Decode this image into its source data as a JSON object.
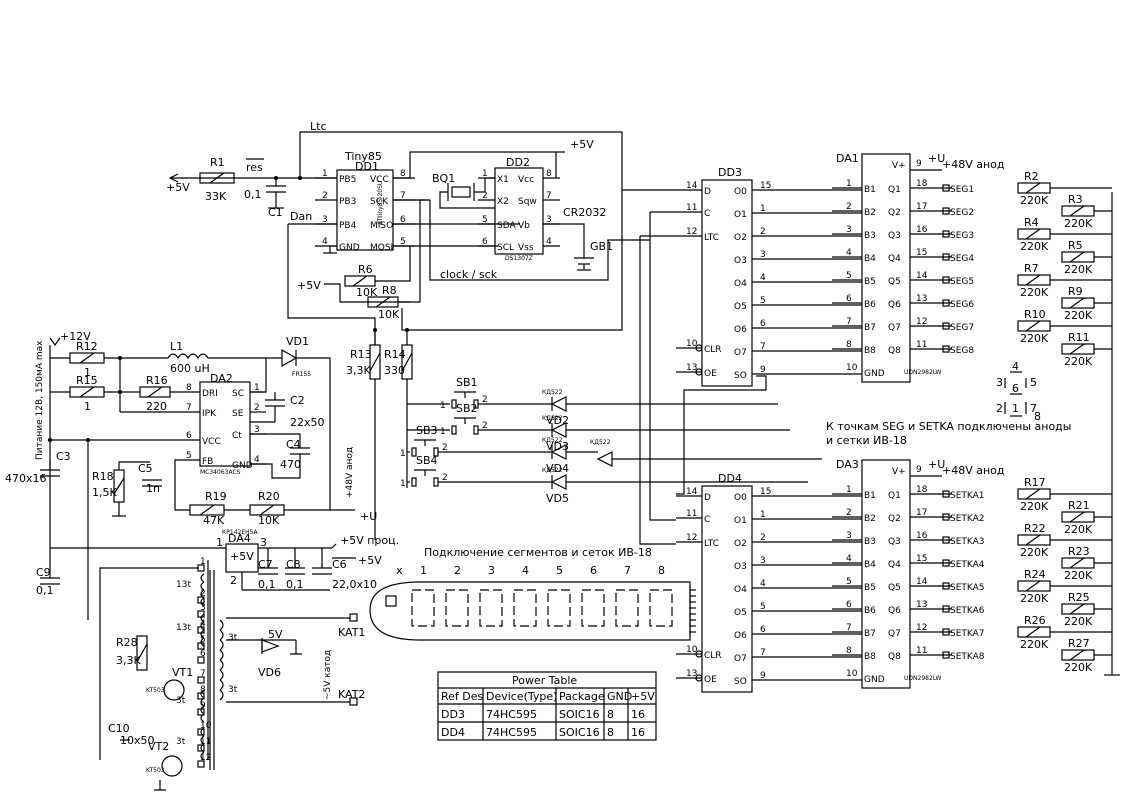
{
  "mcu": {
    "ref": "DD1",
    "part": "Tiny85",
    "pkg": "ATtiny85-20SU",
    "pins_left": [
      "PB5",
      "PB3",
      "PB4",
      "GND"
    ],
    "pins_right": [
      "VCC",
      "SCK",
      "MISO",
      "MOSI"
    ],
    "nums_left": [
      "1",
      "2",
      "3",
      "4"
    ],
    "nums_right": [
      "8",
      "7",
      "6",
      "5"
    ]
  },
  "rtc": {
    "ref": "DD2",
    "part": "DS1307Z",
    "pins_left": [
      "X1",
      "X2",
      "SDA",
      "SCL"
    ],
    "pins_right": [
      "Vcc",
      "Sqw",
      "Vb",
      "Vss"
    ],
    "nums_left": [
      "1",
      "2",
      "5",
      "6"
    ],
    "nums_right": [
      "8",
      "7",
      "3",
      "4"
    ]
  },
  "labels": {
    "ltc": "Ltc",
    "res": "res",
    "dan": "Dan",
    "plus5v": "+5V",
    "clock": "clock / sck",
    "bq1": "BQ1",
    "cr2032": "CR2032",
    "gb1": "GB1",
    "plus12v": "+12V",
    "supply": "Питание 12В, 150мА max",
    "plus48": "+48V анод",
    "plus_u": "+U",
    "plus5v_proc": "+5V проц.",
    "minus5v_kat": "~5V катод",
    "kat1": "KAT1",
    "kat2": "KAT2",
    "five_v": "5V",
    "vd6": "VD6",
    "kp142": "КР142ЕН5А",
    "mc34063": "MC34063ACS",
    "uln": "UDN2982LW",
    "kd522": "КД522",
    "note_line1": "К точкам SEG и SETKA подключены аноды",
    "note_line2": "и сетки ИВ-18",
    "tube_title": "Подключение сегментов и сеток ИВ-18",
    "tube_x": "x",
    "fr155": "FR155",
    "kt503": "KT503",
    "t13": "13t",
    "t3": "3t",
    "r8_val": "10K",
    "r6_val": "10K",
    "r13_val": "3,3K",
    "r14_val": "330"
  },
  "shift_reg": {
    "pins_left": [
      "D",
      "C",
      "LTC",
      "CLR",
      "OE"
    ],
    "nums_left": [
      "14",
      "11",
      "12",
      "10",
      "13"
    ],
    "pins_right": [
      "O0",
      "O1",
      "O2",
      "O3",
      "O4",
      "O5",
      "O6",
      "O7",
      "SO"
    ],
    "nums_right": [
      "15",
      "1",
      "2",
      "3",
      "4",
      "5",
      "6",
      "7",
      "9"
    ],
    "dd3": "DD3",
    "dd4": "DD4"
  },
  "driver": {
    "pins_left": [
      "B1",
      "B2",
      "B3",
      "B4",
      "B5",
      "B6",
      "B7",
      "B8",
      "GND"
    ],
    "nums_left": [
      "1",
      "2",
      "3",
      "4",
      "5",
      "6",
      "7",
      "8",
      "10"
    ],
    "pins_right": [
      "Q1",
      "Q2",
      "Q3",
      "Q4",
      "Q5",
      "Q6",
      "Q7",
      "Q8"
    ],
    "nums_right": [
      "18",
      "17",
      "16",
      "15",
      "14",
      "13",
      "12",
      "11"
    ],
    "v_pin": "V+",
    "v_num": "9",
    "da1": "DA1",
    "da3": "DA3"
  },
  "seg_labels": [
    "SEG1",
    "SEG2",
    "SEG3",
    "SEG4",
    "SEG5",
    "SEG6",
    "SEG7",
    "SEG8"
  ],
  "setka_labels": [
    "SETKA1",
    "SETKA2",
    "SETKA3",
    "SETKA4",
    "SETKA5",
    "SETKA6",
    "SETKA7",
    "SETKA8"
  ],
  "seg_res": [
    "R2",
    "R3",
    "R4",
    "R5",
    "R7",
    "R9",
    "R10",
    "R11"
  ],
  "setka_res": [
    "R17",
    "R21",
    "R22",
    "R23",
    "R24",
    "R25",
    "R26",
    "R27"
  ],
  "res_val": "220K",
  "tube_digits": [
    "1",
    "2",
    "3",
    "4",
    "5",
    "6",
    "7",
    "8"
  ],
  "seg_key": {
    "top": "4",
    "left": "3",
    "mid": "6",
    "right": "5",
    "bl": "2",
    "b": "1",
    "br": "7",
    "dp": "8"
  },
  "power_table": {
    "title": "Power Table",
    "headers": [
      "Ref Des",
      "Device(Type)",
      "Package",
      "GND",
      "+5V"
    ],
    "rows": [
      [
        "DD3",
        "74HC595",
        "SOIC16",
        "8",
        "16"
      ],
      [
        "DD4",
        "74HC595",
        "SOIC16",
        "8",
        "16"
      ]
    ]
  },
  "parts": {
    "R1": "R1",
    "R1v": "33K",
    "C1": "C1",
    "C1v": "0,1",
    "R6": "R6",
    "R8": "R8",
    "R12": "R12",
    "R12v": "1",
    "R15": "R15",
    "R15v": "1",
    "R16": "R16",
    "R16v": "220",
    "L1": "L1",
    "L1v": "600 uH",
    "VD1": "VD1",
    "DA2": "DA2",
    "C2": "C2",
    "C2v": "22x50",
    "C3": "C3",
    "C3v": "470x16",
    "C4": "C4",
    "C4v": "470",
    "C5": "C5",
    "C5v": "1n",
    "R18": "R18",
    "R18v": "1,5K",
    "R19": "R19",
    "R19v": "47K",
    "R20": "R20",
    "R20v": "10K",
    "R13": "R13",
    "R14": "R14",
    "SB1": "SB1",
    "SB2": "SB2",
    "SB3": "SB3",
    "SB4": "SB4",
    "VD2": "VD2",
    "VD3": "VD3",
    "VD4": "VD4",
    "VD5": "VD5",
    "DA4": "DA4",
    "DA4in": "1",
    "DA4out": "3",
    "DA4gnd": "2",
    "C7": "C7",
    "C7v": "0,1",
    "C8": "C8",
    "C8v": "0,1",
    "C6": "C6",
    "C6v": "22,0x10",
    "C9": "C9",
    "C9v": "0,1",
    "R28": "R28",
    "R28v": "3,3K",
    "VT1": "VT1",
    "VT2": "VT2",
    "C10": "C10",
    "C10v": "10x50"
  },
  "da2pins": {
    "l": [
      "DRI",
      "IPK",
      "VCC",
      "FB"
    ],
    "r": [
      "SC",
      "SE",
      "Ct",
      "GND"
    ],
    "nl": [
      "8",
      "7",
      "6",
      "5"
    ],
    "nr": [
      "1",
      "2",
      "3",
      "4"
    ]
  },
  "tr_pins": [
    "1",
    "2",
    "3",
    "4",
    "5",
    "6",
    "7",
    "8",
    "9",
    "10",
    "11",
    "12"
  ]
}
